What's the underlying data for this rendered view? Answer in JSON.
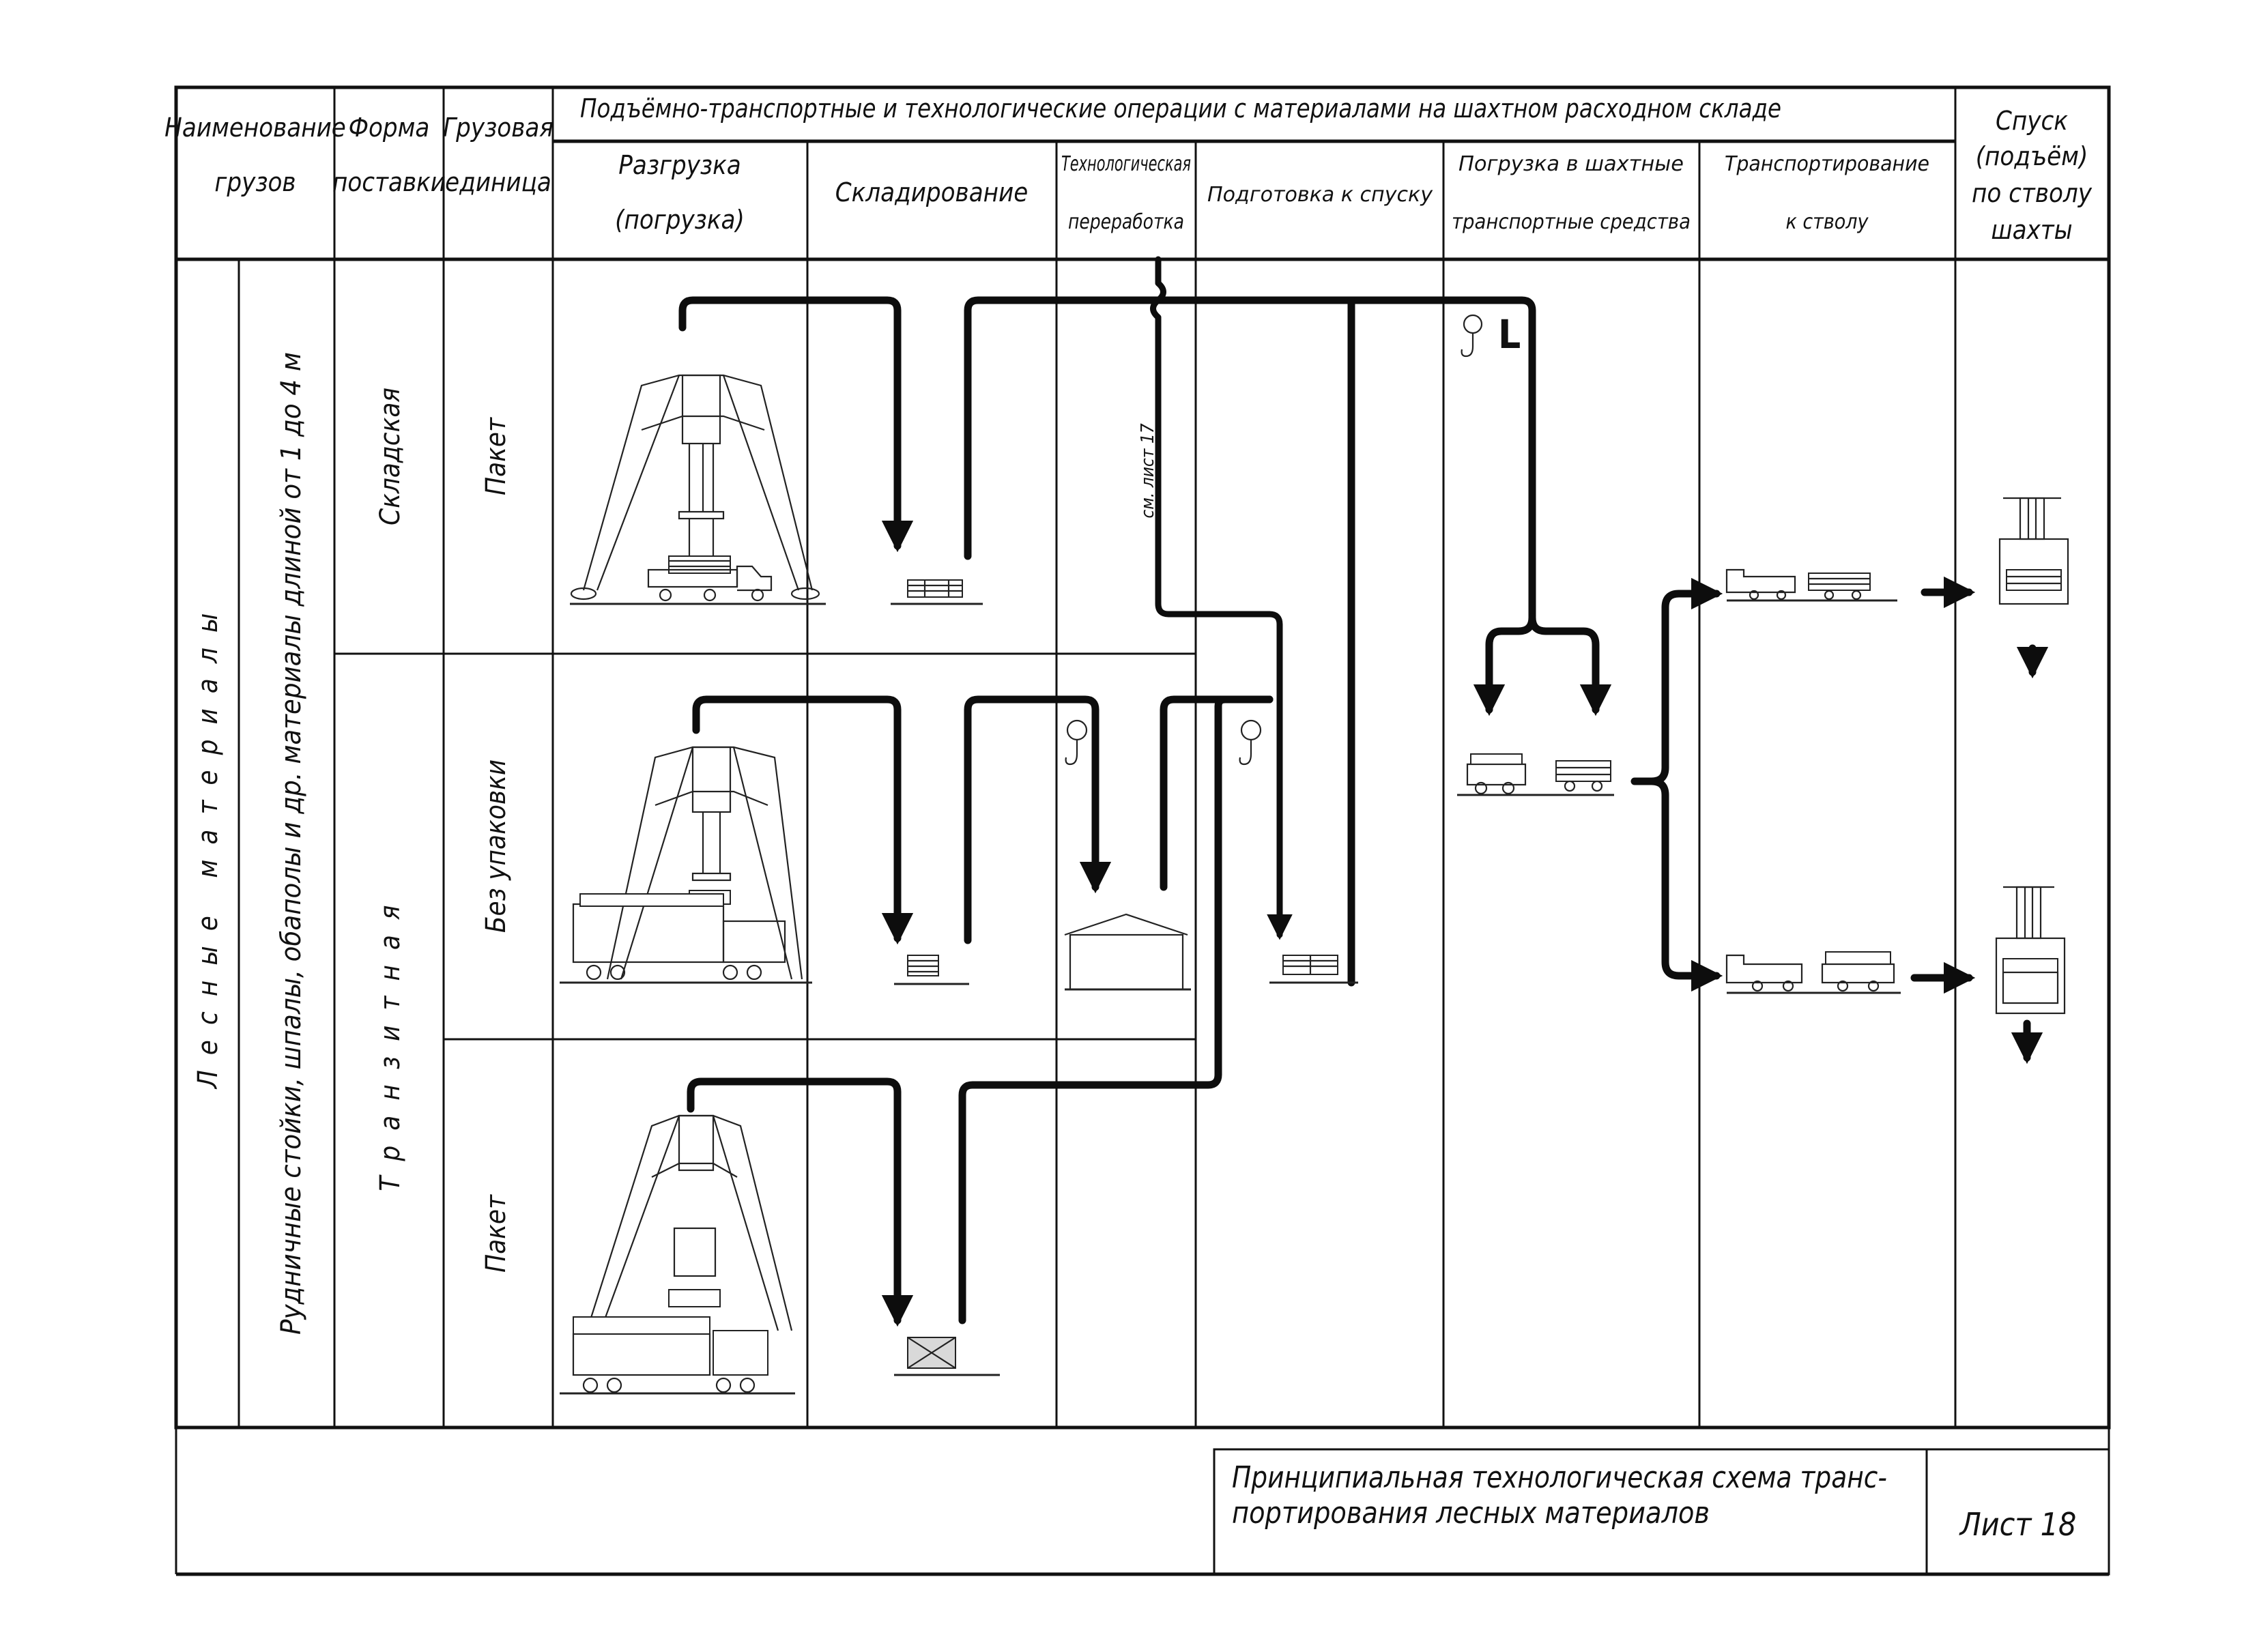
{
  "header": {
    "col_cargo_name": [
      "Наименование",
      "грузов"
    ],
    "col_supply_form": [
      "Форма",
      "поставки"
    ],
    "col_cargo_unit": [
      "Грузовая",
      "единица"
    ],
    "operations_group": "Подъёмно-транспортные и технологические операции с материалами на шахтном расходном складе",
    "operations": [
      {
        "lines": [
          "Разгрузка",
          "(погрузка)"
        ]
      },
      {
        "lines": [
          "Складирование"
        ]
      },
      {
        "lines": [
          "Технологическая",
          "переработка"
        ]
      },
      {
        "lines": [
          "Подготовка к спуску"
        ]
      },
      {
        "lines": [
          "Погрузка в шахтные",
          "транспортные средства"
        ]
      },
      {
        "lines": [
          "Транспортирование",
          "к стволу"
        ]
      }
    ],
    "col_descent": [
      "Спуск",
      "(подъём)",
      "по стволу",
      "шахты"
    ]
  },
  "body": {
    "cargo_group": "Лесные    материалы",
    "cargo_detail": "Рудничные  стойки,  шпалы,  обаполы  и  др.  материалы  длиной  от 1 до 4 м",
    "supply_forms": [
      {
        "label": "Складская"
      },
      {
        "label": "Транзитная"
      }
    ],
    "cargo_units": [
      {
        "label": "Пакет"
      },
      {
        "label": "Без упаковки"
      },
      {
        "label": "Пакет"
      }
    ],
    "reference_note": "см. лист 17",
    "hoist_marks": [
      "L"
    ]
  },
  "title_block": {
    "title": [
      "Принципиальная технологическая схема транс-",
      "портирования лесных материалов"
    ],
    "sheet": "Лист 18"
  }
}
